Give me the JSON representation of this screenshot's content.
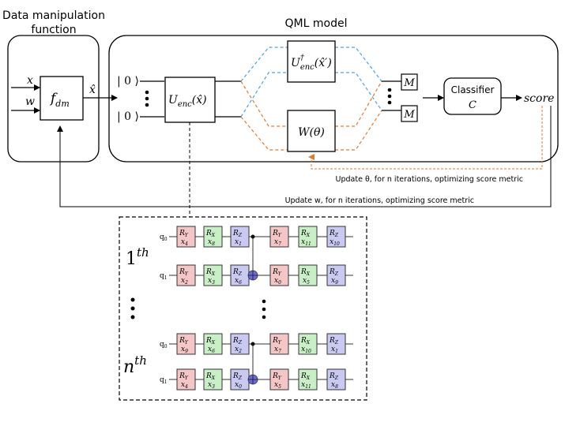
{
  "titles": {
    "dm_line1": "Data manipulation",
    "dm_line2": "function",
    "qml": "QML model"
  },
  "inputs": {
    "x": "x",
    "w": "w"
  },
  "labels": {
    "f_main": "f",
    "f_sub": "dm",
    "xhat": "x̂",
    "ket0_a": "| 0 ⟩",
    "ket0_b": "| 0 ⟩",
    "uenc": "U",
    "uenc_sub": "enc",
    "uenc_arg": "(x̂)",
    "udag": "U",
    "udag_sup": "†",
    "udag_sub": "enc",
    "udag_arg": "(x̂′)",
    "wtheta": "W(θ)",
    "m1": "M",
    "m2": "M",
    "classifier_l1": "Classifier",
    "classifier_l2": "C",
    "score": "score"
  },
  "feedback": {
    "theta": "Update θ, for n iterations, optimizing score metric",
    "w": "Update w, for n iterations, optimizing score metric"
  },
  "circuit": {
    "layer1_label": "1",
    "layer1_sup": "th",
    "layern_label": "n",
    "layern_sup": "th",
    "qubit0": "q",
    "qubit0_sub": "0",
    "qubit1": "q",
    "qubit1_sub": "1",
    "block1": {
      "q0": [
        [
          "R",
          "Y",
          "x",
          "4"
        ],
        [
          "R",
          "X",
          "x",
          "8"
        ],
        [
          "R",
          "Z",
          "x",
          "1"
        ],
        [
          "R",
          "Y",
          "x",
          "7"
        ],
        [
          "R",
          "X",
          "x",
          "11"
        ],
        [
          "R",
          "Z",
          "x",
          "10"
        ]
      ],
      "q1": [
        [
          "R",
          "Y",
          "x",
          "2"
        ],
        [
          "R",
          "X",
          "x",
          "3"
        ],
        [
          "R",
          "Z",
          "x",
          "6"
        ],
        [
          "R",
          "Y",
          "x",
          "0"
        ],
        [
          "R",
          "X",
          "x",
          "5"
        ],
        [
          "R",
          "Z",
          "x",
          "9"
        ]
      ]
    },
    "block2": {
      "q0": [
        [
          "R",
          "Y",
          "x",
          "9"
        ],
        [
          "R",
          "X",
          "x",
          "6"
        ],
        [
          "R",
          "Z",
          "x",
          "2"
        ],
        [
          "R",
          "Y",
          "x",
          "7"
        ],
        [
          "R",
          "X",
          "x",
          "10"
        ],
        [
          "R",
          "Z",
          "x",
          "1"
        ]
      ],
      "q1": [
        [
          "R",
          "Y",
          "x",
          "4"
        ],
        [
          "R",
          "X",
          "x",
          "3"
        ],
        [
          "R",
          "Z",
          "x",
          "0"
        ],
        [
          "R",
          "Y",
          "x",
          "5"
        ],
        [
          "R",
          "X",
          "x",
          "11"
        ],
        [
          "R",
          "Z",
          "x",
          "8"
        ]
      ]
    }
  },
  "colors": {
    "ry_fill": "#f4c6c6",
    "rx_fill": "#c9efc6",
    "rz_fill": "#c9c9f2",
    "gate_stroke": "#333333",
    "blue_dash": "#4aa3e8",
    "orange_dash": "#e07b2e",
    "cnot_fill": "#6a6ae0"
  }
}
